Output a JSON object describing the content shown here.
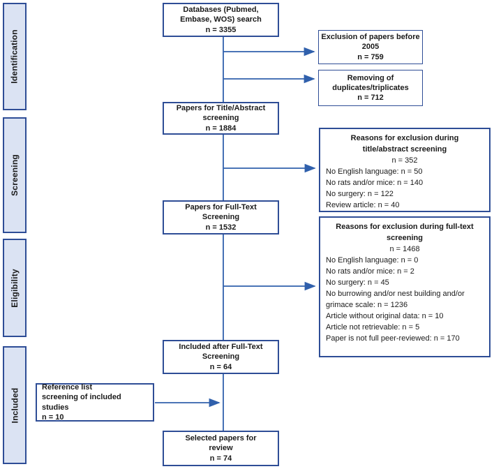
{
  "sidebar": {
    "stages": [
      {
        "label": "Identification"
      },
      {
        "label": "Screening"
      },
      {
        "label": "Eligibility"
      },
      {
        "label": "Included"
      }
    ]
  },
  "boxes": {
    "databases": {
      "text": "Databases (Pubmed, Embase, WOS) search",
      "count": "n = 3355"
    },
    "title_abstract": {
      "text": "Papers for Title/Abstract screening",
      "count": "n = 1884"
    },
    "full_text": {
      "text": "Papers for Full-Text Screening",
      "count": "n = 1532"
    },
    "included_full_text": {
      "text": "Included after Full-Text Screening",
      "count": "n = 64"
    },
    "selected": {
      "text": "Selected papers for review",
      "count": "n = 74"
    },
    "reference_list": {
      "text": "Reference list screening of included studies",
      "count": "n = 10"
    },
    "exclusion_2005": {
      "text": "Exclusion of papers before 2005",
      "count": "n = 759"
    },
    "duplicates": {
      "text": "Removing of duplicates/triplicates",
      "count": "n = 712"
    },
    "reasons_title_abstract": {
      "title": "Reasons for exclusion during title/abstract screening",
      "count": "n = 352",
      "items": [
        "No English language: n = 50",
        "No rats and/or mice: n = 140",
        "No surgery: n = 122",
        "Review article: n = 40"
      ]
    },
    "reasons_full_text": {
      "title": "Reasons for exclusion during full-text screening",
      "count": "n = 1468",
      "items": [
        "No English language: n = 0",
        "No rats and/or mice: n = 2",
        "No surgery: n = 45",
        "No burrowing and/or nest building and/or grimace scale: n = 1236",
        "Article without original data: n = 10",
        "Article not retrievable: n = 5",
        "Paper is not full peer-reviewed: n = 170"
      ]
    }
  },
  "colors": {
    "box_border": "#2e4d96",
    "sidebar_fill": "#dbe3f3",
    "arrow": "#3060ac",
    "text": "#1a1a1a"
  }
}
